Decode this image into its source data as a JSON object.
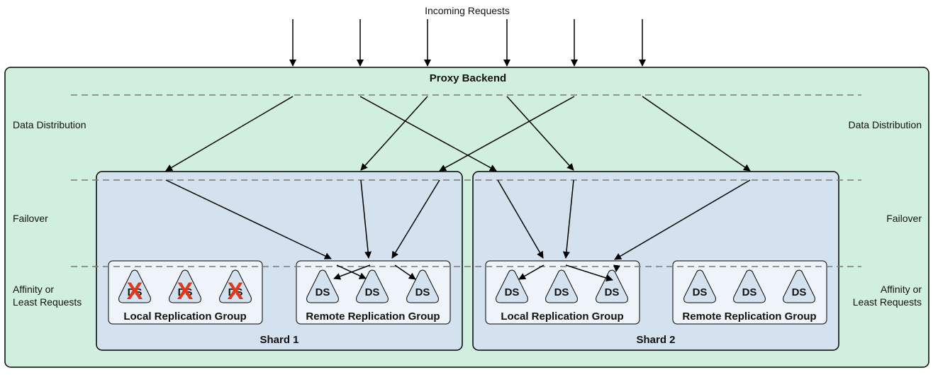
{
  "incoming_label": "Incoming Requests",
  "proxy_title": "Proxy Backend",
  "left_labels": {
    "data_distribution": "Data Distribution",
    "failover": "Failover",
    "affinity_line1": "Affinity or",
    "affinity_line2": "Least Requests"
  },
  "right_labels": {
    "data_distribution": "Data Distribution",
    "failover": "Failover",
    "affinity_line1": "Affinity or",
    "affinity_line2": "Least Requests"
  },
  "shards": [
    {
      "name": "Shard 1",
      "groups": [
        {
          "name": "Local Replication Group",
          "servers": [
            "DS",
            "DS",
            "DS"
          ],
          "failed": true,
          "failed_mark": "X"
        },
        {
          "name": "Remote Replication Group",
          "servers": [
            "DS",
            "DS",
            "DS"
          ],
          "failed": false
        }
      ]
    },
    {
      "name": "Shard 2",
      "groups": [
        {
          "name": "Local Replication Group",
          "servers": [
            "DS",
            "DS",
            "DS"
          ],
          "failed": false
        },
        {
          "name": "Remote Replication Group",
          "servers": [
            "DS",
            "DS",
            "DS"
          ],
          "failed": false
        }
      ]
    }
  ],
  "colors": {
    "proxy_fill": "#d1efdf",
    "shard_fill": "#d3e2ee",
    "group_fill": "#eef4f9",
    "node_fill": "#d3e2ee",
    "failed_mark": "#e0381c",
    "dashed_line": "#7a7a7a"
  }
}
